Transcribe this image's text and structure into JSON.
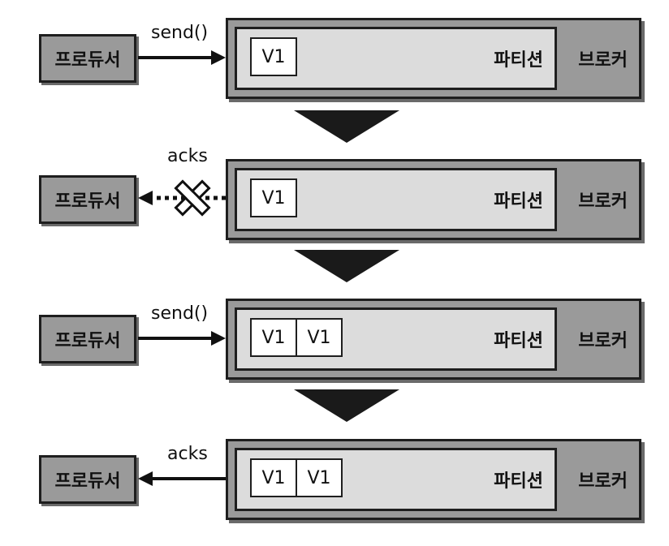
{
  "stages": [
    {
      "producer_label": "프로듀서",
      "partition_label": "파티션",
      "broker_label": "브로커",
      "connector_label": "send()",
      "connector_type": "send",
      "messages": [
        "V1"
      ]
    },
    {
      "producer_label": "프로듀서",
      "partition_label": "파티션",
      "broker_label": "브로커",
      "connector_label": "acks",
      "connector_type": "acks-failed",
      "messages": [
        "V1"
      ]
    },
    {
      "producer_label": "프로듀서",
      "partition_label": "파티션",
      "broker_label": "브로커",
      "connector_label": "send()",
      "connector_type": "send",
      "messages": [
        "V1",
        "V1"
      ]
    },
    {
      "producer_label": "프로듀서",
      "partition_label": "파티션",
      "broker_label": "브로커",
      "connector_label": "acks",
      "connector_type": "acks",
      "messages": [
        "V1",
        "V1"
      ]
    }
  ],
  "colors": {
    "box_fill": "#9a9a9a",
    "partition_fill": "#dcdcdc",
    "message_fill": "#ffffff",
    "stroke": "#1e1e1e",
    "shadow": "#6a6a6a"
  },
  "icons": {
    "stage_transition": "down-arrow-icon",
    "failed_ack": "cross-icon"
  }
}
